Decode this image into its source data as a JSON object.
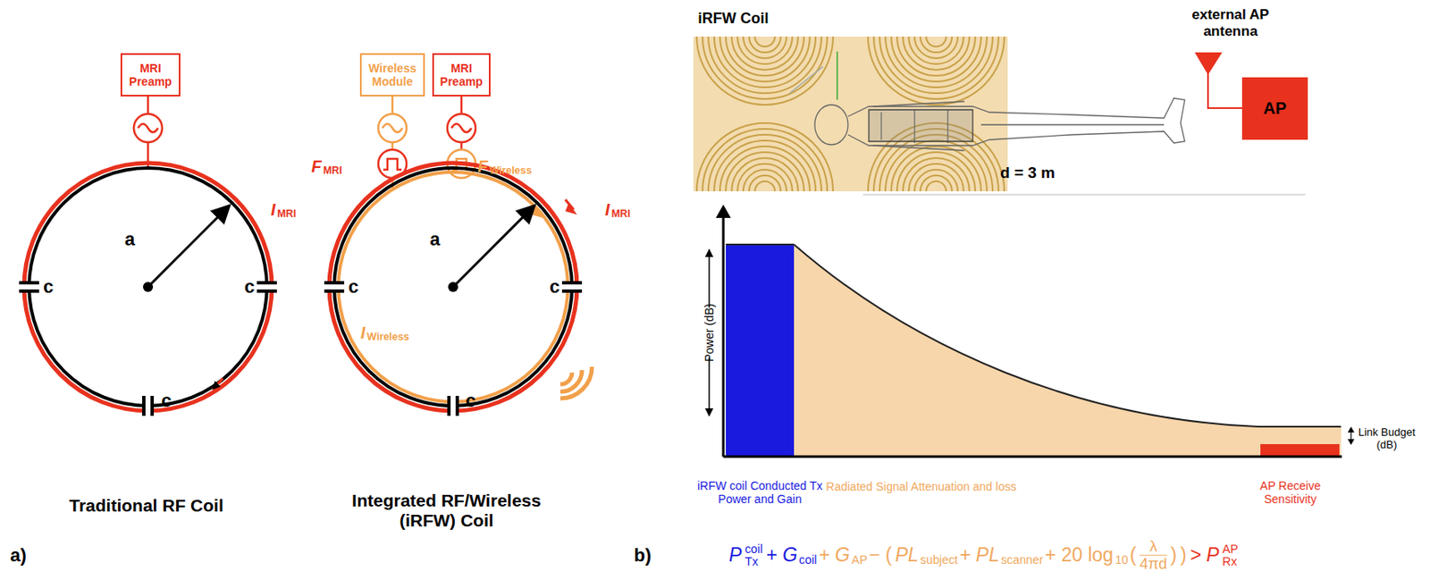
{
  "diagram": {
    "nodes": [
      {
        "text": [
          "MRI Preamp"
        ]
      },
      {
        "text": [
          "Wireless Module"
        ]
      },
      {
        "text": [
          "MRI Preamp"
        ]
      },
      {
        "text": [
          "AP"
        ]
      }
    ],
    "labels": [
      "c",
      "c",
      "c",
      "a",
      "I",
      "MRI",
      "Traditional RF Coil",
      "F",
      "MRI",
      "F",
      "Wireless",
      "c",
      "c",
      "c",
      "a",
      "I",
      "MRI",
      "I",
      "Wireless",
      "Integrated RF/Wireless (iRFW) Coil",
      "a)",
      "iRFW Coil",
      "external AP antenna",
      "d = 3 m",
      "Power (dB)",
      "Link Budget (dB)",
      "iRFW coil Conducted Tx Power and Gain",
      "Radiated Signal Attenuation and loss",
      "AP Receive Sensitivity",
      "b)",
      "P",
      "coil",
      "Tx",
      "+ G",
      "coil",
      "+ G",
      "AP",
      "− (",
      "PL",
      "subject",
      "+ PL",
      "scanner",
      "+ 20 log",
      "10",
      "(",
      "λ",
      "4πd",
      ")",
      ")",
      "> P",
      "AP",
      "Rx"
    ]
  }
}
